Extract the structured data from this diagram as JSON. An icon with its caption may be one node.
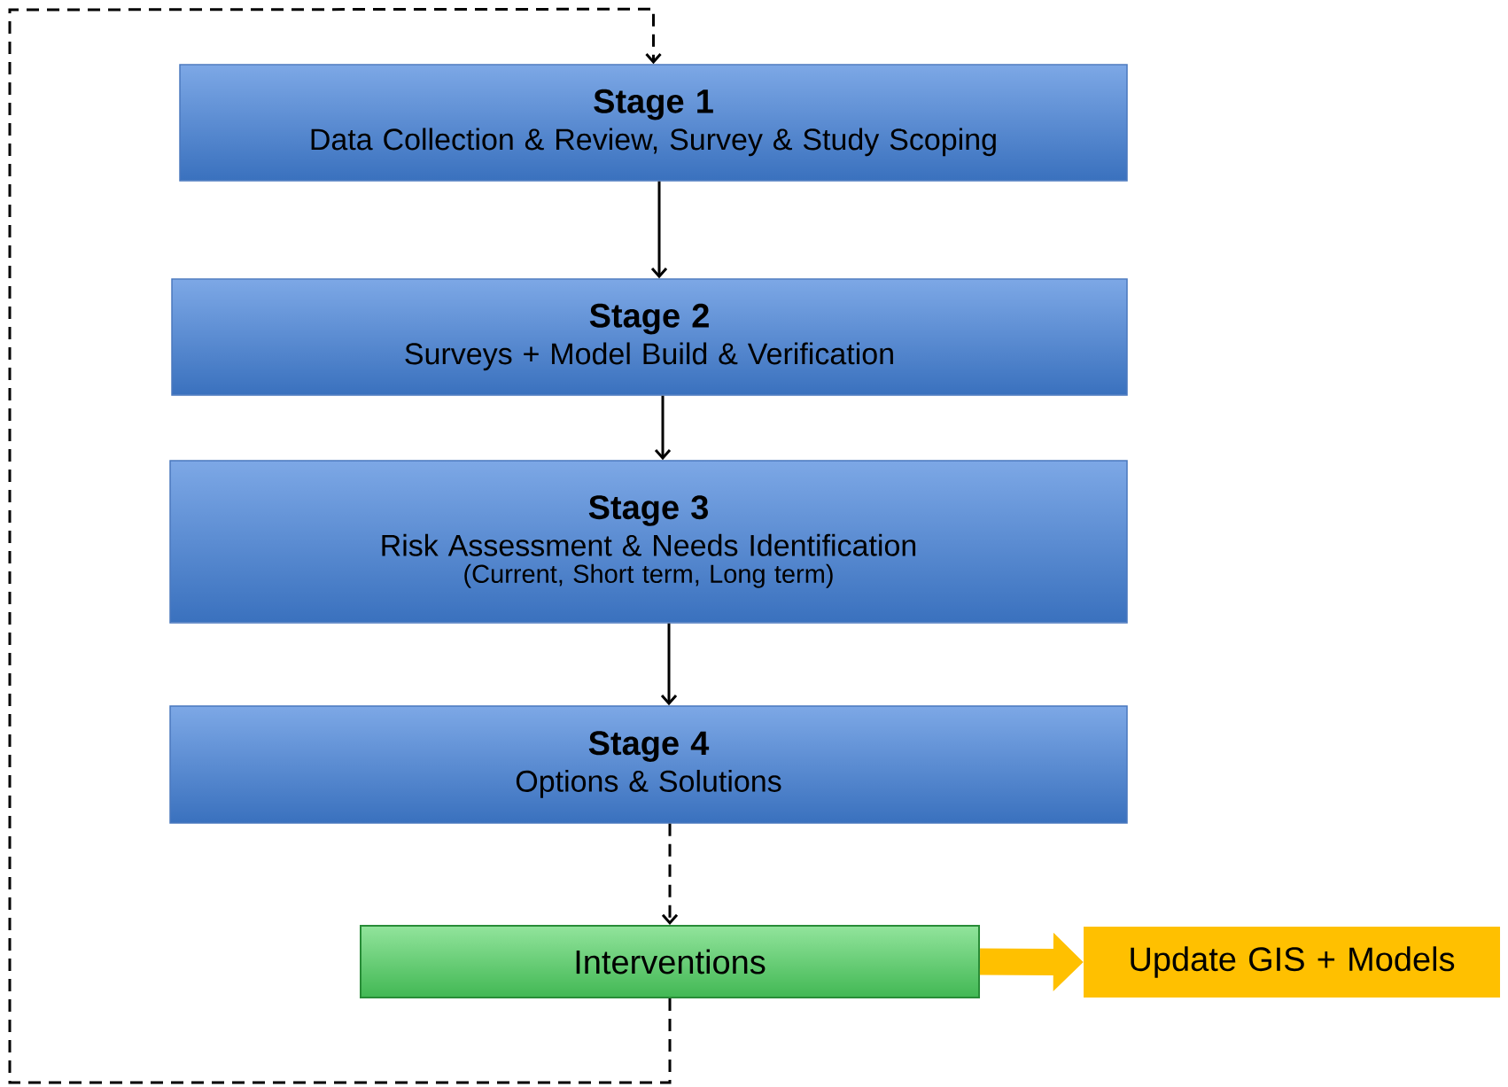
{
  "diagram": {
    "nodes": [
      {
        "text": [
          "Stage 1",
          "Data Collection & Review, Survey & Study Scoping"
        ]
      },
      {
        "text": [
          "Stage 2",
          "Surveys + Model Build & Verification"
        ]
      },
      {
        "text": [
          "Stage 3",
          "Risk Assessment & Needs Identification",
          "(Current, Short term, Long term)"
        ]
      },
      {
        "text": [
          "Stage 4",
          "Options & Solutions"
        ]
      },
      {
        "text": [
          "Interventions"
        ]
      },
      {
        "text": [
          "Update GIS + Models"
        ]
      }
    ],
    "edges": [
      {
        "from": 0,
        "to": 1,
        "arrow": "to"
      },
      {
        "from": 1,
        "to": 2,
        "arrow": "to"
      },
      {
        "from": 2,
        "to": 3,
        "arrow": "to"
      },
      {
        "from": 3,
        "to": 4,
        "arrow": "to",
        "style": "dashed"
      },
      {
        "from": 4,
        "to": 0,
        "arrow": "to",
        "style": "dashed"
      },
      {
        "from": 4,
        "to": 5,
        "arrow": "to",
        "style": "thick",
        "color": "#ffc000"
      }
    ]
  }
}
